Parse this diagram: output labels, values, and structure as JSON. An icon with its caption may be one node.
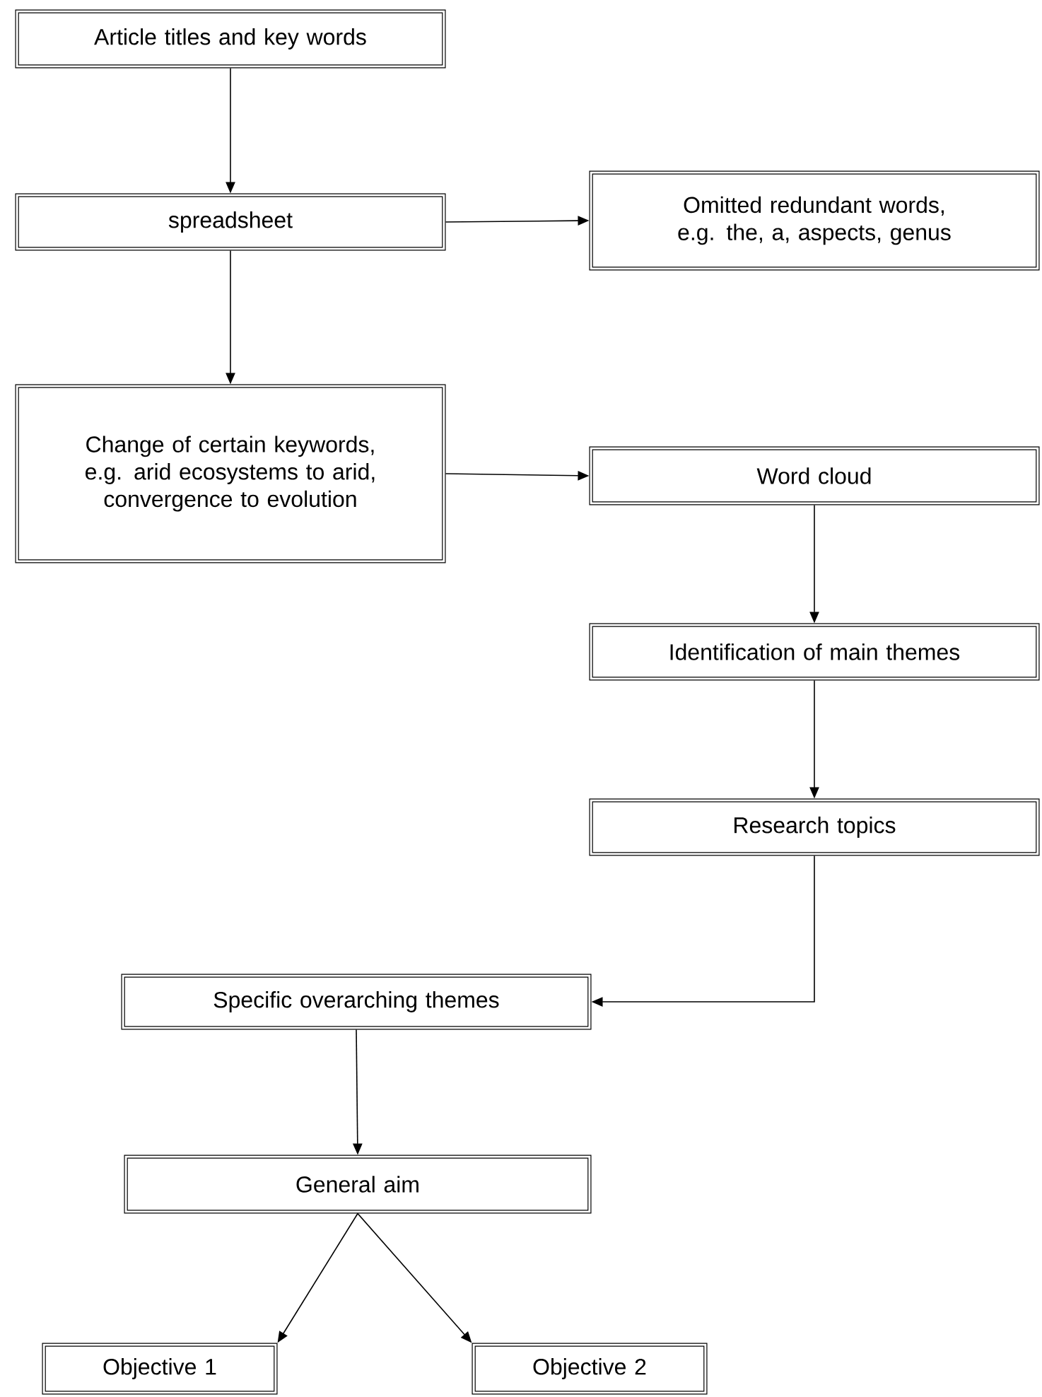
{
  "diagram": {
    "nodes": [
      {
        "text": [
          "Article titles and key words"
        ]
      },
      {
        "text": [
          "spreadsheet"
        ]
      },
      {
        "text": [
          "Omitted redundant words, e.g. the, a, aspects, genus"
        ]
      },
      {
        "text": [
          "Change of certain keywords, e.g. arid ecosystems to arid, convergence to evolution"
        ]
      },
      {
        "text": [
          "Word cloud"
        ]
      },
      {
        "text": [
          "Identification of main themes"
        ]
      },
      {
        "text": [
          "Research topics"
        ]
      },
      {
        "text": [
          "Specific overarching themes"
        ]
      },
      {
        "text": [
          "General aim"
        ]
      },
      {
        "text": [
          "Objective 1"
        ]
      },
      {
        "text": [
          "Objective 2"
        ]
      }
    ],
    "edges": [
      {
        "from": 0,
        "to": 1,
        "arrow": "to"
      },
      {
        "from": 1,
        "to": 2,
        "arrow": "to"
      },
      {
        "from": 1,
        "to": 3,
        "arrow": "to"
      },
      {
        "from": 3,
        "to": 4,
        "arrow": "to"
      },
      {
        "from": 4,
        "to": 5,
        "arrow": "to"
      },
      {
        "from": 5,
        "to": 6,
        "arrow": "to"
      },
      {
        "from": 6,
        "to": 7,
        "arrow": "to"
      },
      {
        "from": 7,
        "to": 8,
        "arrow": "to"
      },
      {
        "from": 8,
        "to": 9,
        "arrow": "to"
      },
      {
        "from": 8,
        "to": 10,
        "arrow": "to"
      }
    ]
  }
}
